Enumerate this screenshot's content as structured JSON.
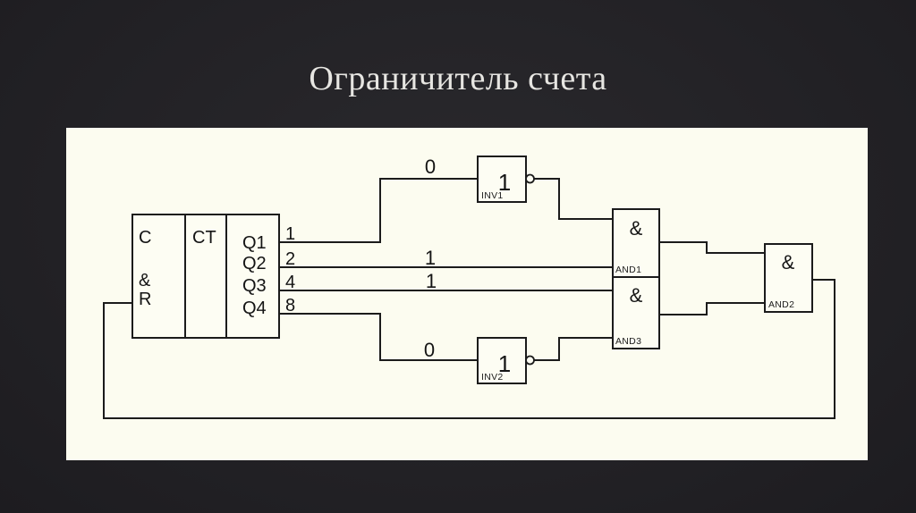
{
  "slide": {
    "title": "Ограничитель счета"
  },
  "colors": {
    "background": "#232226",
    "panel": "#fcfcf0",
    "line": "#1b1b1b",
    "title_text": "#e7e6e2"
  },
  "circuit": {
    "counter": {
      "clock_input": "C",
      "reset_amp": "&",
      "reset_input": "R",
      "block_type": "CT",
      "outputs": [
        {
          "name": "Q1",
          "weight": "1"
        },
        {
          "name": "Q2",
          "weight": "2"
        },
        {
          "name": "Q3",
          "weight": "4"
        },
        {
          "name": "Q4",
          "weight": "8"
        }
      ]
    },
    "wire_values": {
      "inv1_input": "0",
      "q2_line": "1",
      "q3_line": "1",
      "inv2_input": "0"
    },
    "gates": {
      "inv1": {
        "symbol": "1",
        "label": "INV1"
      },
      "inv2": {
        "symbol": "1",
        "label": "INV2"
      },
      "and1": {
        "symbol": "&",
        "label": "AND1"
      },
      "and3": {
        "symbol": "&",
        "label": "AND3"
      },
      "and2": {
        "symbol": "&",
        "label": "AND2"
      }
    }
  }
}
